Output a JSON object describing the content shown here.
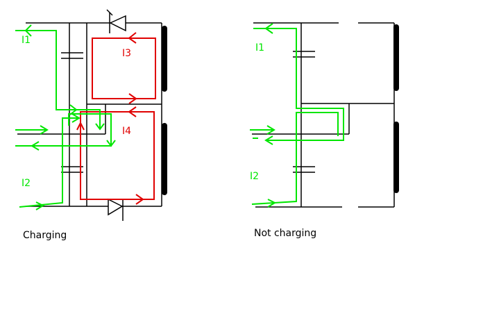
{
  "colors": {
    "wire": "#000000",
    "green": "#00e600",
    "red": "#e00000"
  },
  "left_diagram": {
    "caption": "Charging",
    "labels": {
      "i1": "I1",
      "i2": "I2",
      "i3": "I3",
      "i4": "I4"
    }
  },
  "right_diagram": {
    "caption": "Not charging",
    "labels": {
      "i1": "I1",
      "i2": "I2"
    }
  }
}
